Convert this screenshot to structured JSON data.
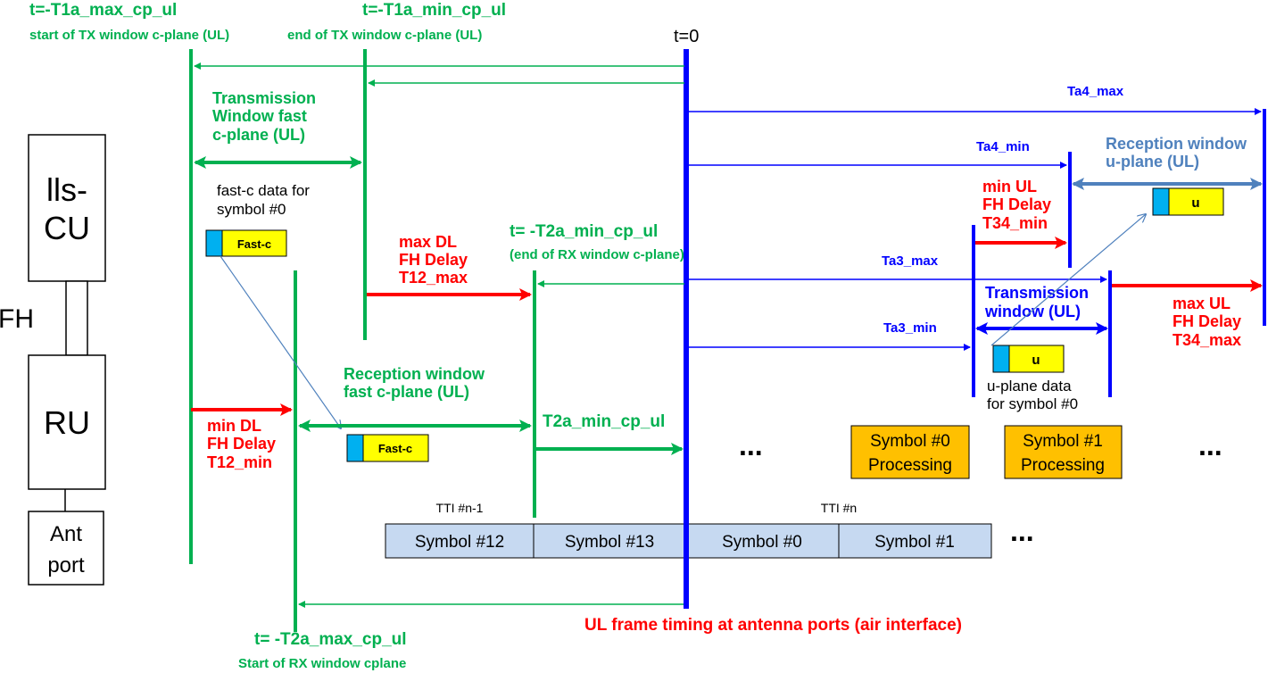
{
  "labels": {
    "tx_max_title": "t=-T1a_max_cp_ul",
    "tx_max_sub": "start of TX window c-plane (UL)",
    "tx_min_title": "t=-T1a_min_cp_ul",
    "tx_min_sub": "end of TX window c-plane (UL)",
    "t0": "t=0",
    "ta4_max": "Ta4_max",
    "ta4_min": "Ta4_min",
    "ta3_max": "Ta3_max",
    "ta3_min": "Ta3_min",
    "tx_window_fast": [
      "Transmission",
      "Window fast",
      "c-plane (UL)"
    ],
    "fast_c_data": [
      "fast-c data for",
      "symbol #0"
    ],
    "max_dl": [
      "max DL",
      "FH Delay",
      "T12_max"
    ],
    "min_dl": [
      "min DL",
      "FH Delay",
      "T12_min"
    ],
    "t2a_min_title": "t= -T2a_min_cp_ul",
    "t2a_min_sub": "(end of RX window c-plane)",
    "rx_window_fast": [
      "Reception window",
      "fast c-plane (UL)"
    ],
    "t2a_min_short": "T2a_min_cp_ul",
    "t2a_max_title": "t= -T2a_max_cp_ul",
    "t2a_max_sub": "Start of RX window cplane",
    "rx_window_u": [
      "Reception window",
      "u-plane (UL)"
    ],
    "min_ul": [
      "min UL",
      "FH Delay",
      "T34_min"
    ],
    "max_ul": [
      "max UL",
      "FH Delay",
      "T34_max"
    ],
    "tx_window_ul": [
      "Transmission",
      "window (UL)"
    ],
    "u_data": [
      "u-plane data",
      "for symbol #0"
    ],
    "fast_c_box": "Fast-c",
    "u_box": "u",
    "sym0_proc": [
      "Symbol #0",
      "Processing"
    ],
    "sym1_proc": [
      "Symbol #1",
      "Processing"
    ],
    "ellipsis": "...",
    "tti_prev": "TTI #n-1",
    "tti_cur": "TTI #n",
    "symbols": [
      "Symbol #12",
      "Symbol #13",
      "Symbol #0",
      "Symbol #1"
    ],
    "ul_frame": "UL frame timing at antenna ports (air interface)",
    "lls_cu": [
      "lls-",
      "CU"
    ],
    "fh": "FH",
    "ru": "RU",
    "ant_port": [
      "Ant",
      "port"
    ]
  },
  "colors": {
    "green": "#00b050",
    "red": "#ff0000",
    "blue": "#0000ff",
    "steel_blue": "#4f81bd",
    "yellow": "#ffff00",
    "cyan": "#00b0f0",
    "orange": "#ffc000",
    "symbol_fill": "#c6d9f1"
  }
}
